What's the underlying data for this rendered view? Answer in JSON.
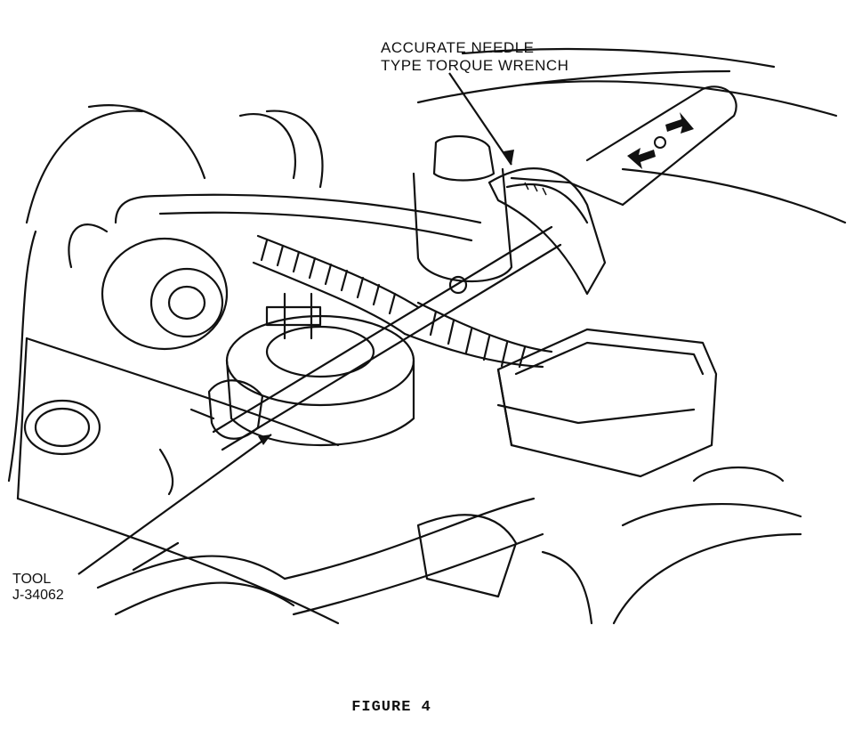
{
  "callouts": {
    "wrench": [
      "ACCURATE NEEDLE",
      "TYPE TORQUE WRENCH"
    ],
    "tool": [
      "TOOL",
      "J-34062"
    ]
  },
  "caption": "FIGURE 4"
}
